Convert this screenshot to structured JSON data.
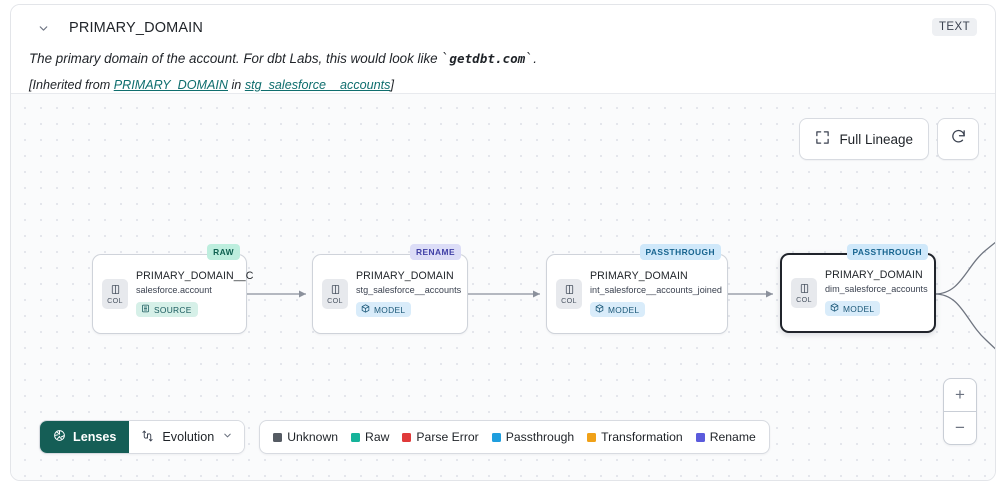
{
  "header": {
    "title": "PRIMARY_DOMAIN",
    "type_badge": "TEXT",
    "collapse_icon": "chevron-down-icon",
    "description_prefix": "The primary domain of the account. For dbt Labs, this would look like ",
    "description_code": "getdbt.com",
    "description_suffix": ".",
    "inherited_prefix": "[Inherited from ",
    "inherited_link_1": "PRIMARY_DOMAIN",
    "inherited_mid": " in ",
    "inherited_link_2": "stg_salesforce__accounts",
    "inherited_suffix": "]"
  },
  "toolbar": {
    "full_lineage_label": "Full Lineage",
    "full_lineage_icon": "expand-icon",
    "refresh_icon": "refresh-icon"
  },
  "zoom_controls": {
    "zoom_in_label": "+",
    "zoom_out_label": "−"
  },
  "graph": {
    "nodes": [
      {
        "badge": "RAW",
        "badge_bg": "#bdeede",
        "badge_color": "#0f6050",
        "icon_label": "COL",
        "icon_name": "columns-icon",
        "title": "PRIMARY_DOMAIN__C",
        "subtitle": "salesforce.account",
        "kind": "SOURCE",
        "kind_class": "source",
        "kind_icon": "database-icon",
        "selected": false
      },
      {
        "badge": "RENAME",
        "badge_bg": "#dcddf7",
        "badge_color": "#3f3fa6",
        "icon_label": "COL",
        "icon_name": "columns-icon",
        "title": "PRIMARY_DOMAIN",
        "subtitle": "stg_salesforce__accounts",
        "kind": "MODEL",
        "kind_class": "model",
        "kind_icon": "cube-icon",
        "selected": false
      },
      {
        "badge": "PASSTHROUGH",
        "badge_bg": "#cfe8fa",
        "badge_color": "#17648f",
        "icon_label": "COL",
        "icon_name": "columns-icon",
        "title": "PRIMARY_DOMAIN",
        "subtitle": "int_salesforce__accounts_joined",
        "kind": "MODEL",
        "kind_class": "model",
        "kind_icon": "cube-icon",
        "selected": false
      },
      {
        "badge": "PASSTHROUGH",
        "badge_bg": "#cfe8fa",
        "badge_color": "#17648f",
        "icon_label": "COL",
        "icon_name": "columns-icon",
        "title": "PRIMARY_DOMAIN",
        "subtitle": "dim_salesforce_accounts",
        "kind": "MODEL",
        "kind_class": "model",
        "kind_icon": "cube-icon",
        "selected": true
      }
    ]
  },
  "bottom_bar": {
    "lenses_label": "Lenses",
    "lenses_icon": "aperture-icon",
    "evolution_label": "Evolution",
    "evolution_icon": "evolution-icon",
    "evolution_chevron": "chevron-down-icon",
    "legend": [
      {
        "label": "Unknown",
        "color": "#555b63"
      },
      {
        "label": "Raw",
        "color": "#16b39a"
      },
      {
        "label": "Parse Error",
        "color": "#e03a3a"
      },
      {
        "label": "Passthrough",
        "color": "#1f9ede"
      },
      {
        "label": "Transformation",
        "color": "#f0a118"
      },
      {
        "label": "Rename",
        "color": "#5b5bdc"
      }
    ]
  }
}
